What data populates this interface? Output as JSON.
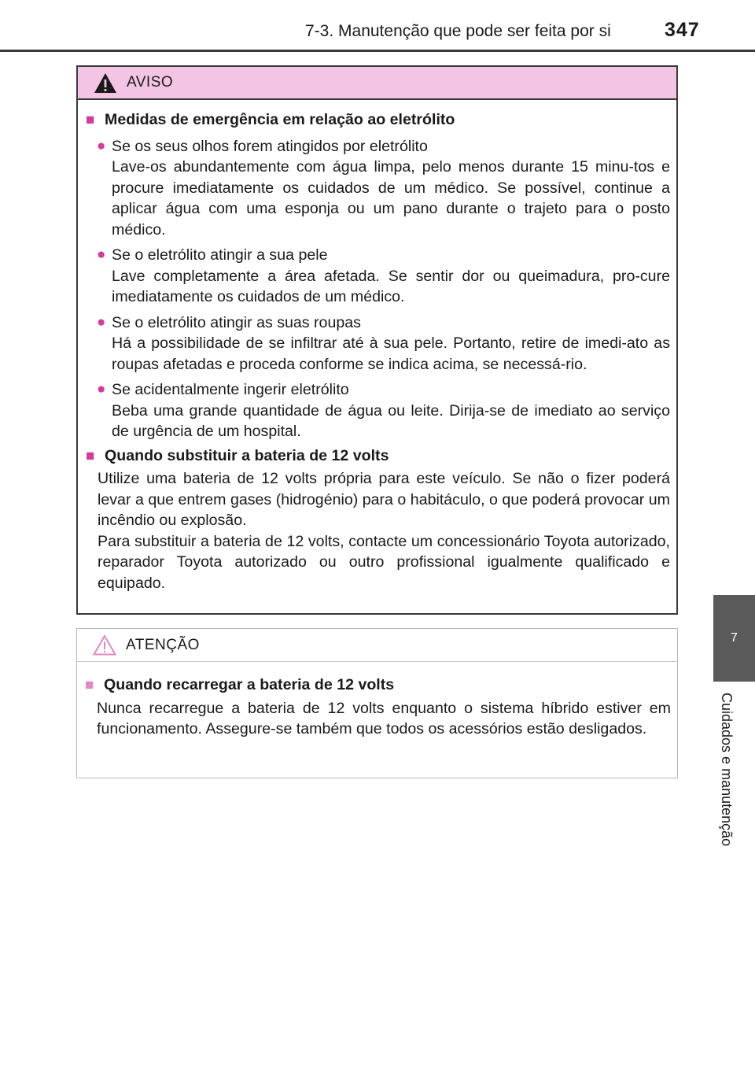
{
  "header": {
    "section_title": "7-3. Manutenção que pode ser feita por si",
    "page_number": "347"
  },
  "side_tab": {
    "number": "7",
    "label": "Cuidados e manutenção"
  },
  "warning": {
    "title": "AVISO",
    "icon": "warning-triangle-icon",
    "sections": [
      {
        "heading": "Medidas de emergência em relação ao eletrólito",
        "bullets": [
          {
            "lead": "Se os seus olhos forem atingidos por eletrólito",
            "text": "Lave-os abundantemente com água limpa, pelo menos durante 15 minu-tos e procure imediatamente os cuidados de um médico. Se possível, continue a aplicar água com uma esponja ou um pano durante o trajeto para o posto médico."
          },
          {
            "lead": "Se o eletrólito atingir a sua pele",
            "text": "Lave completamente a área afetada. Se sentir dor ou queimadura, pro-cure imediatamente os cuidados de um médico."
          },
          {
            "lead": "Se o eletrólito atingir as suas roupas",
            "text": "Há a possibilidade de se infiltrar até à sua pele. Portanto, retire de imedi-ato as roupas afetadas e proceda conforme se indica acima, se necessá-rio."
          },
          {
            "lead": "Se acidentalmente ingerir eletrólito",
            "text": "Beba uma grande quantidade de água ou leite. Dirija-se de imediato ao serviço de urgência de um hospital."
          }
        ]
      },
      {
        "heading": "Quando substituir a bateria de 12 volts",
        "paragraph": "Utilize uma bateria de 12 volts própria para este veículo. Se não o fizer poderá levar a que entrem gases (hidrogénio) para o habitáculo, o que poderá provocar um incêndio ou explosão.",
        "paragraph2": "Para substituir a bateria de 12 volts, contacte um concessionário Toyota autorizado, reparador Toyota autorizado ou outro profissional igualmente qualificado e equipado."
      }
    ]
  },
  "caution": {
    "title": "ATENÇÃO",
    "icon": "caution-triangle-icon",
    "heading": "Quando recarregar a bateria de 12 volts",
    "paragraph": "Nunca recarregue a bateria de 12 volts enquanto o sistema híbrido estiver em funcionamento. Assegure-se também que todos os acessórios estão desligados."
  },
  "colors": {
    "accent": "#d63a9a",
    "warning_header_bg": "#f4c4e4",
    "side_tab_bg": "#5a5a5a"
  }
}
